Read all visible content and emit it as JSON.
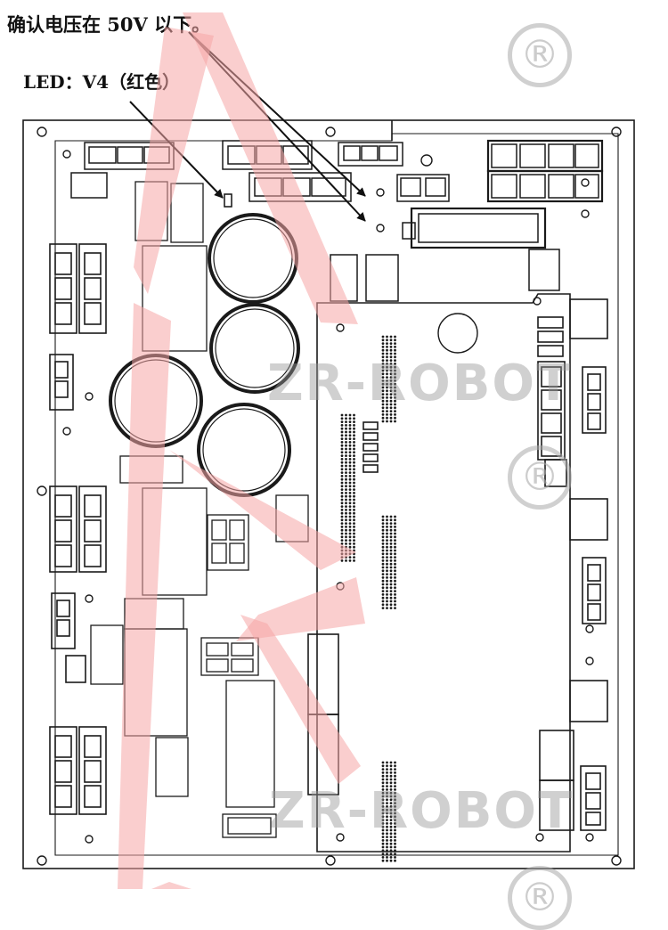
{
  "annotations": {
    "voltage_note": "确认电压在 50V 以下。",
    "led_note": "LED：V4（红色）"
  },
  "watermark": {
    "brand_text": "ZR-ROBOT",
    "registered_mark": "®",
    "logo_color": "#f5a5a5"
  },
  "colors": {
    "line": "#1a1a1a",
    "background": "#ffffff"
  }
}
